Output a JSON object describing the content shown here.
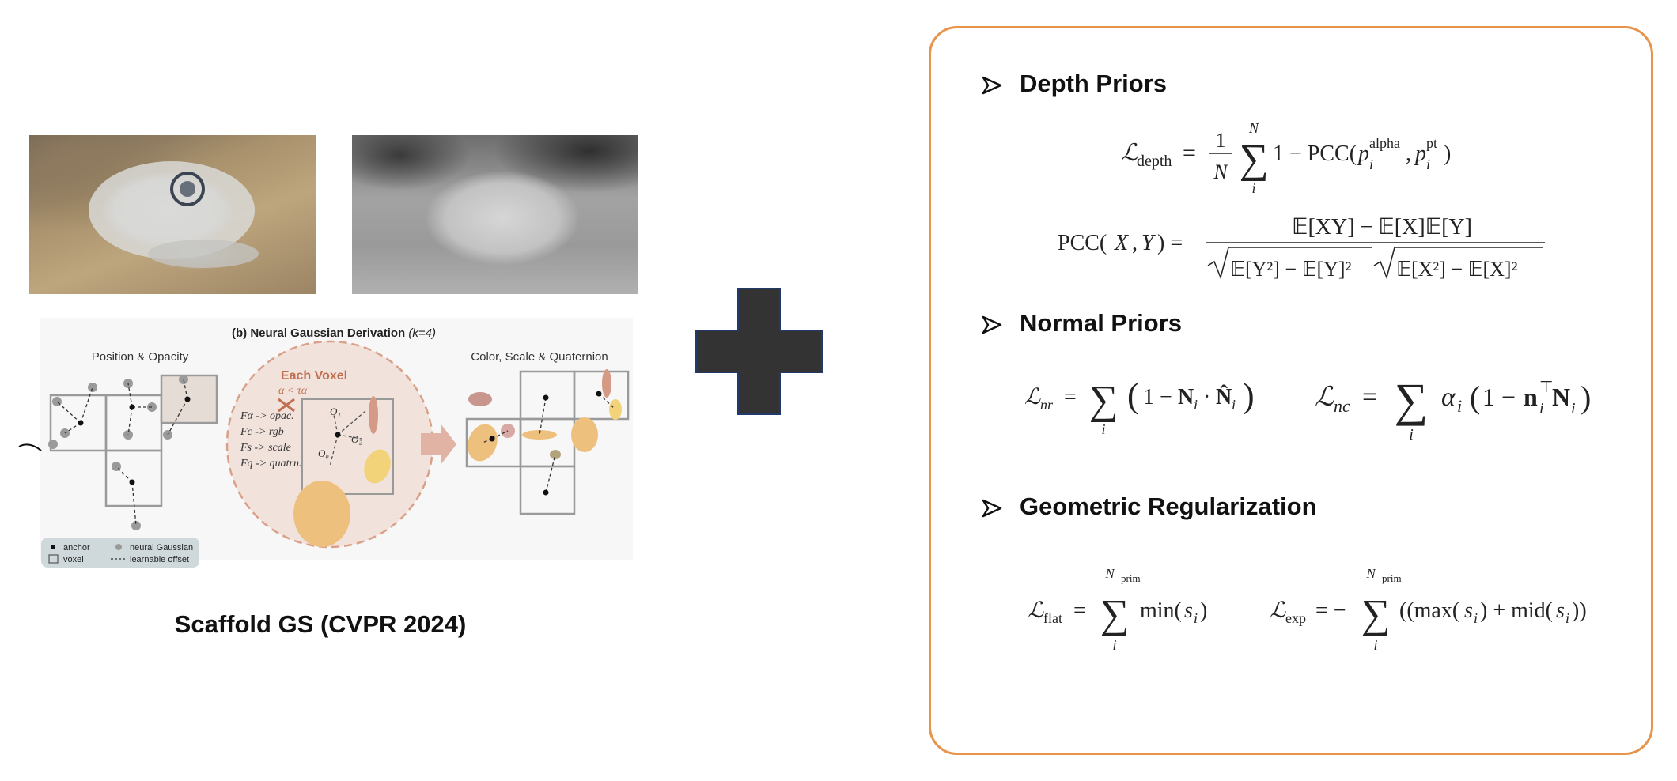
{
  "left": {
    "scaffold_figure": {
      "title": "(b) Neural Gaussian Derivation",
      "title_k": "(k=4)",
      "position_opacity": "Position & Opacity",
      "color_scale_quat": "Color, Scale & Quaternion",
      "each_voxel": "Each Voxel",
      "alpha_threshold": "α < τα",
      "feat_opac": "Fα -> opac.",
      "feat_rgb": "Fc -> rgb",
      "feat_scale": "Fs -> scale",
      "feat_quat": "Fq -> quatrn.",
      "o0": "O₀",
      "o1": "O₁",
      "o2": "O₂",
      "legend_anchor": "anchor",
      "legend_voxel": "voxel",
      "legend_neural": "neural Gaussian",
      "legend_offset": "learnable offset"
    },
    "caption": "Scaffold GS (CVPR 2024)"
  },
  "panel": {
    "depth_title": "Depth Priors",
    "normal_title": "Normal Priors",
    "geo_title": "Geometric Regularization"
  },
  "colors": {
    "panel_border": "#e8944b",
    "plus_fill": "#333333",
    "plus_outline": "#1f3a6b",
    "voxel_accent": "#c0704f"
  },
  "icons": {
    "bullet": "arrowhead-bullet-icon",
    "plus": "plus-icon"
  }
}
